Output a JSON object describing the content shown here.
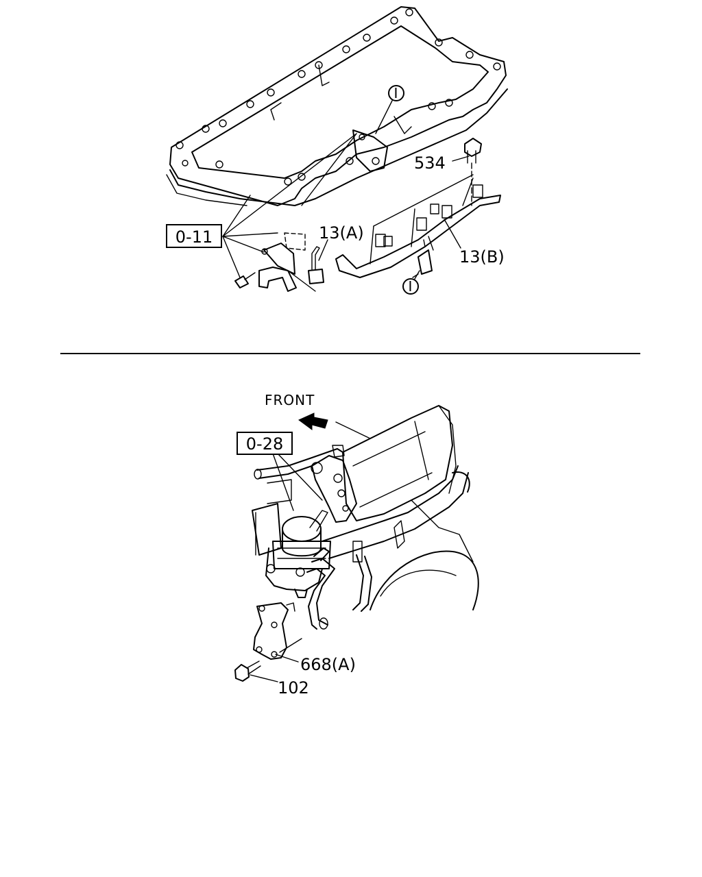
{
  "diagram": {
    "top_section": {
      "ref_box": "0-11",
      "callouts": {
        "bolt": "534",
        "sensor_a": "13(A)",
        "harness_b": "13(B)",
        "connector_mark_top": "I",
        "connector_mark_bottom": "I"
      }
    },
    "bottom_section": {
      "direction_label": "FRONT",
      "ref_box": "0-28",
      "callouts": {
        "bracket": "668(A)",
        "bolt": "102"
      }
    }
  }
}
